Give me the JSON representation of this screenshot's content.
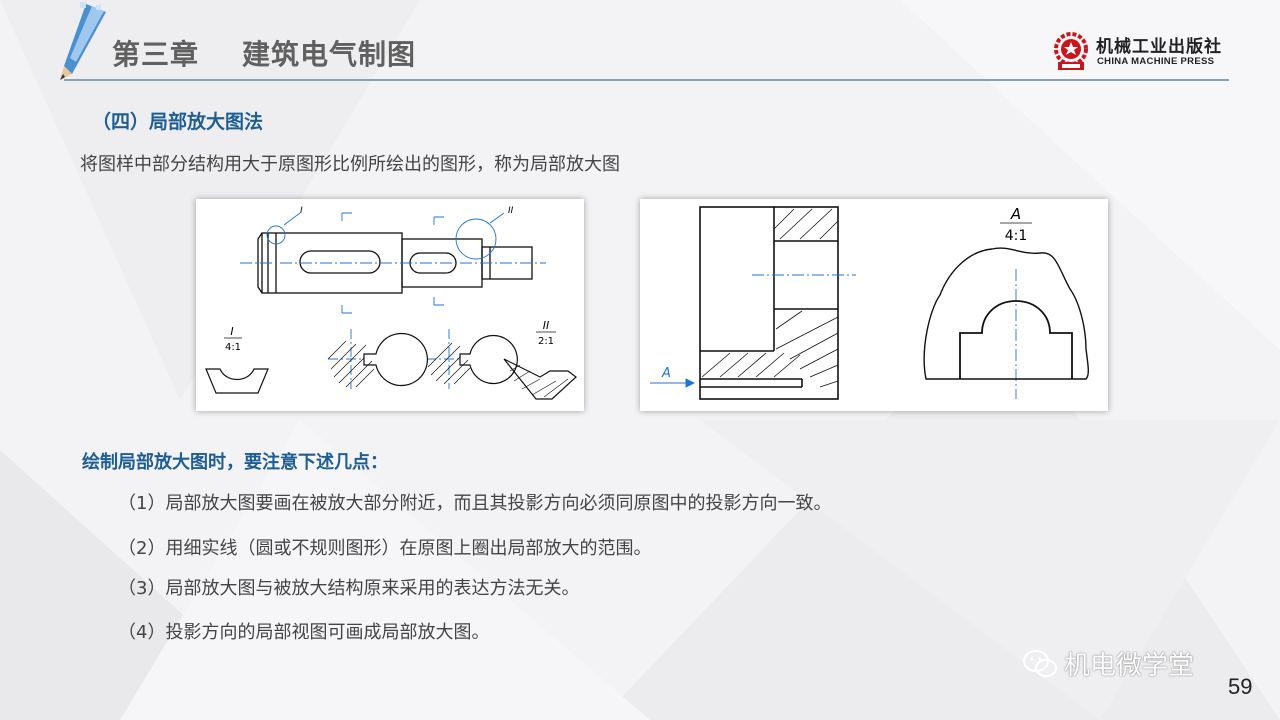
{
  "header": {
    "title": "第三章    建筑电气制图",
    "logo_cn": "机械工业出版社",
    "logo_en": "CHINA MACHINE PRESS"
  },
  "section": {
    "title": "（四）局部放大图法",
    "description": "将图样中部分结构用大于原图形比例所绘出的图形，称为局部放大图"
  },
  "figure1": {
    "label_I": "I",
    "label_II": "II",
    "scale_I_num": "I",
    "scale_I_den": "4:1",
    "scale_II_num": "II",
    "scale_II_den": "2:1"
  },
  "figure2": {
    "view_label": "A",
    "scale": "4:1",
    "arrow_label": "A"
  },
  "notes": {
    "title": "绘制局部放大图时，要注意下述几点：",
    "items": [
      "（1）局部放大图要画在被放大部分附近，而且其投影方向必须同原图中的投影方向一致。",
      "（2）用细实线（圆或不规则图形）在原图上圈出局部放大的范围。",
      "（3）局部放大图与被放大结构原来采用的表达方法无关。",
      "（4）投影方向的局部视图可画成局部放大图。"
    ]
  },
  "footer": {
    "watermark": "机电微学堂",
    "page_number": "59"
  }
}
